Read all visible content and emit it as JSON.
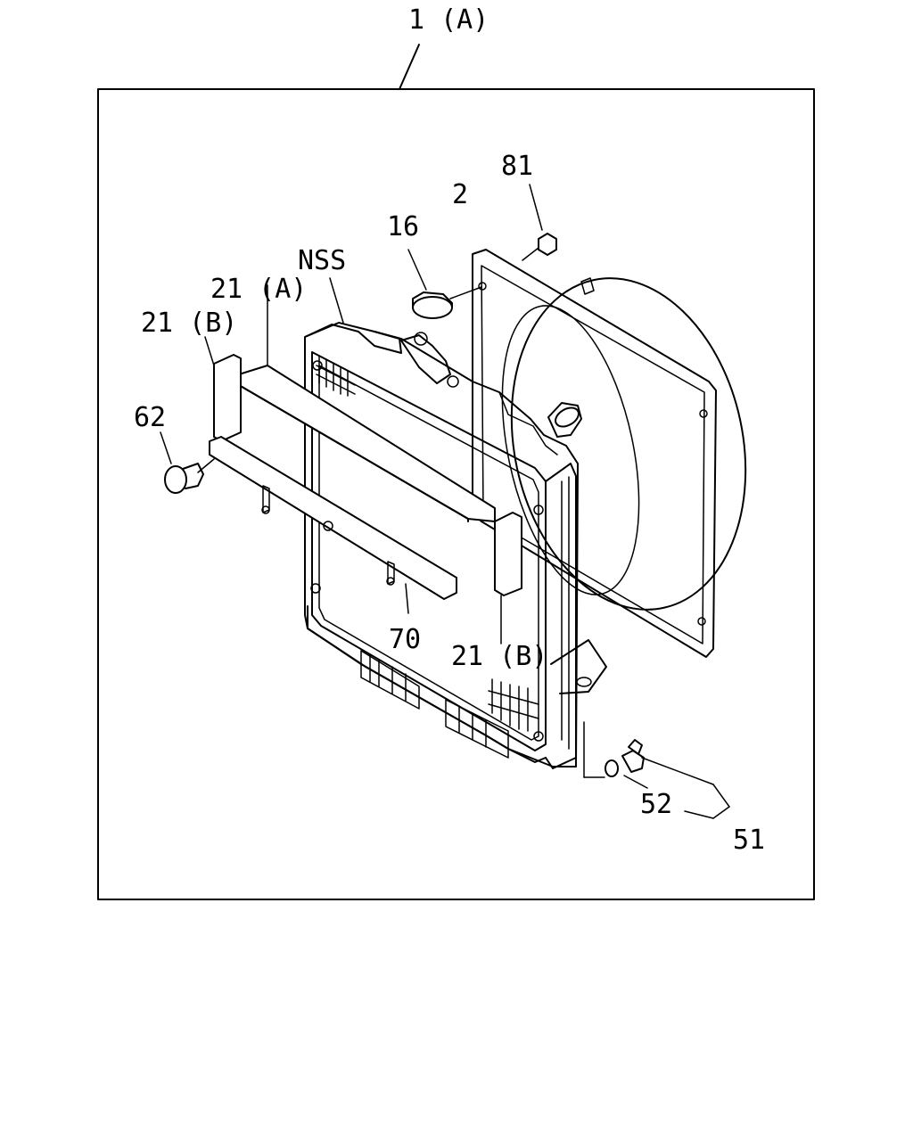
{
  "callouts": {
    "assembly": "1 (A)",
    "shroud": "2",
    "bolt_81": "81",
    "cap": "16",
    "nss": "NSS",
    "bracket_a": "21 (A)",
    "bracket_b_left": "21 (B)",
    "bolt_62": "62",
    "bar_70": "70",
    "bracket_b_right": "21 (B)",
    "washer_52": "52",
    "drain_51": "51"
  },
  "colors": {
    "line": "#000000",
    "background": "#ffffff"
  }
}
